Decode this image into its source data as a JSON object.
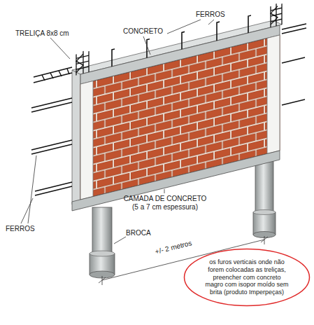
{
  "diagram": {
    "nodes": [
      {
        "text": [
          "os furos verticais onde não forem colocadas as treliças, preencher com concreto magro com isopor moído sem brita (produto Imperpeças)"
        ]
      }
    ],
    "labels": [
      "TRELIÇA 8x8 cm",
      "CONCRETO",
      "FERROS",
      "FERROS",
      "CAMADA DE CONCRETO (5 a 7 cm espessura)",
      "BROCA",
      "+/- 2 metros"
    ]
  }
}
